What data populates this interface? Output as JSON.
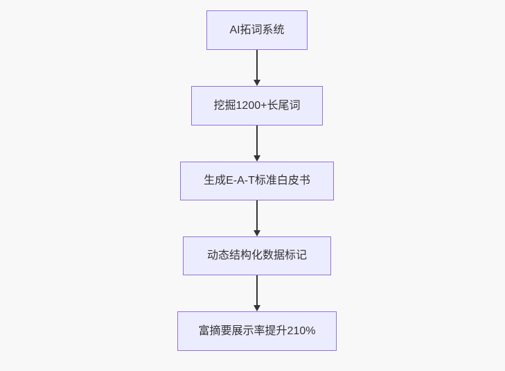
{
  "page": {
    "background_color": "#f8f8f8"
  },
  "flowchart": {
    "type": "vertical-flowchart",
    "node_fill_color": "#ECECFF",
    "node_border_color": "#9370DB",
    "node_text_color": "#333333",
    "arrow_color": "#333333",
    "nodes": [
      {
        "label": "AI拓词系统"
      },
      {
        "label": "挖掘1200+长尾词"
      },
      {
        "label": "生成E-A-T标准白皮书"
      },
      {
        "label": "动态结构化数据标记"
      },
      {
        "label": "富摘要展示率提升210%"
      }
    ],
    "edges": [
      {
        "from": 0,
        "to": 1
      },
      {
        "from": 1,
        "to": 2
      },
      {
        "from": 2,
        "to": 3
      },
      {
        "from": 3,
        "to": 4
      }
    ]
  }
}
